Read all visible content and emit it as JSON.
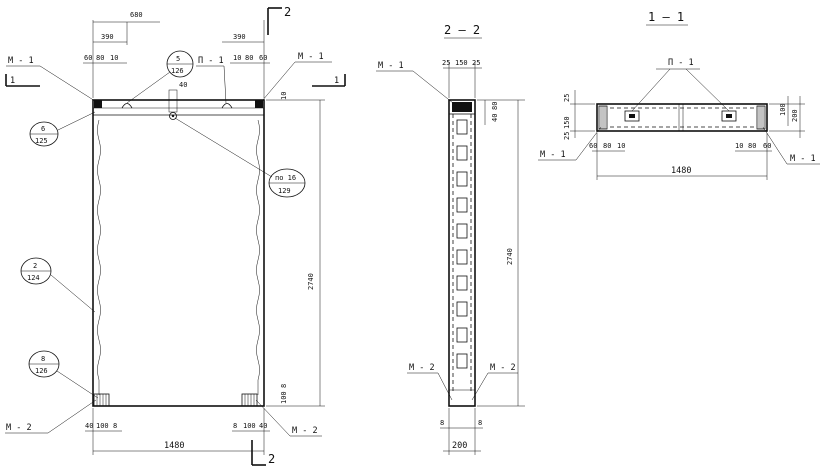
{
  "front_view": {
    "dims": {
      "top_width": "680",
      "left_offset": "390",
      "right_offset": "390",
      "left_parts": [
        "60",
        "80",
        "10"
      ],
      "right_parts": [
        "10",
        "80",
        "60"
      ],
      "hole_dim": "40",
      "top_band": "10",
      "height": "2740",
      "bottom_band": [
        "100",
        "8"
      ],
      "bottom_left_parts": [
        "40",
        "100",
        "8"
      ],
      "bottom_right_parts": [
        "8",
        "100",
        "40"
      ],
      "bottom_width": "1480"
    },
    "labels": {
      "m1_left": "М - 1",
      "m1_right": "М - 1",
      "p1": "П - 1",
      "m2_left": "М - 2",
      "m2_right": "М - 2"
    },
    "callouts": [
      {
        "num": "5",
        "den": "126"
      },
      {
        "num": "6",
        "den": "125"
      },
      {
        "num": "по 16",
        "den": "129"
      },
      {
        "num": "2",
        "den": "124"
      },
      {
        "num": "8",
        "den": "126"
      }
    ],
    "section_marks": {
      "top_2": "2",
      "bottom_2": "2",
      "left_1": "1",
      "right_1": "1"
    }
  },
  "section_2_2": {
    "title": "2 — 2",
    "dims": {
      "top": [
        "25",
        "150",
        "25"
      ],
      "right_small": [
        "40",
        "80"
      ],
      "height": "2740",
      "bottom_left": "8",
      "bottom_right": "8",
      "bottom_width": "200"
    },
    "labels": {
      "m1": "М - 1",
      "m2_left": "М - 2",
      "m2_right": "М - 2"
    }
  },
  "section_1_1": {
    "title": "1 — 1",
    "dims": {
      "left_vertical": [
        "25",
        "150",
        "25"
      ],
      "right_vertical": [
        "100",
        "200"
      ],
      "left_parts": [
        "60",
        "80",
        "10"
      ],
      "right_parts": [
        "10",
        "80",
        "60"
      ],
      "width": "1480"
    },
    "labels": {
      "p1": "П - 1",
      "m1_left": "М - 1",
      "m1_right": "М - 1"
    }
  }
}
